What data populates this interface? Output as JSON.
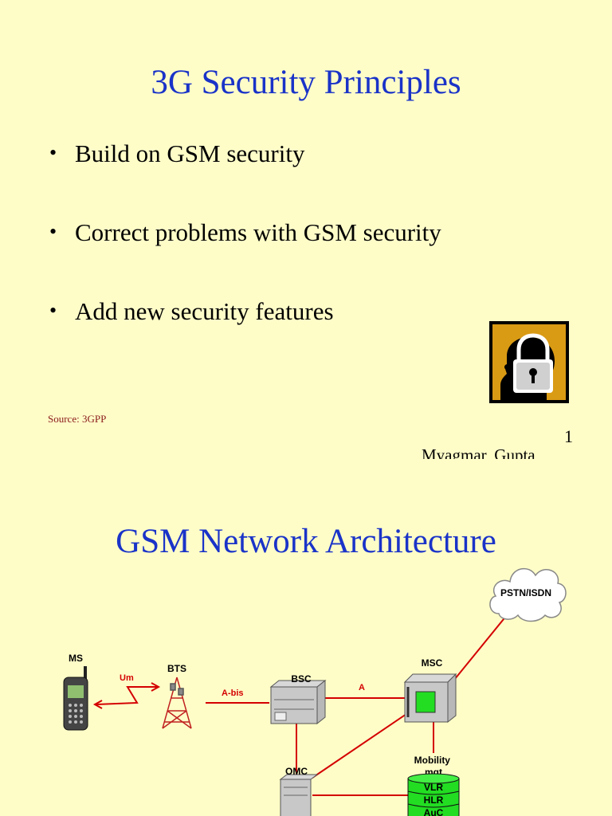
{
  "slide1": {
    "title": "3G Security Principles",
    "bullets": [
      "Build on GSM security",
      "Correct problems with GSM security",
      "Add new security features"
    ],
    "source": "Source: 3GPP",
    "page_number": "1",
    "author": "Myagmar, Gupta"
  },
  "slide2": {
    "title": "GSM Network Architecture",
    "nodes": {
      "ms": "MS",
      "bts": "BTS",
      "bsc": "BSC",
      "msc": "MSC",
      "omc": "OMC",
      "pstn": "PSTN/ISDN",
      "mobility": "Mobility mgt",
      "vlr": "VLR",
      "hlr": "HLR",
      "auc": "AuC"
    },
    "links": {
      "um": "Um",
      "abis": "A-bis",
      "a": "A"
    }
  },
  "colors": {
    "background": "#fefdc8",
    "title": "#1a33c8",
    "link_line": "#d40000",
    "database": "#22dd22"
  }
}
